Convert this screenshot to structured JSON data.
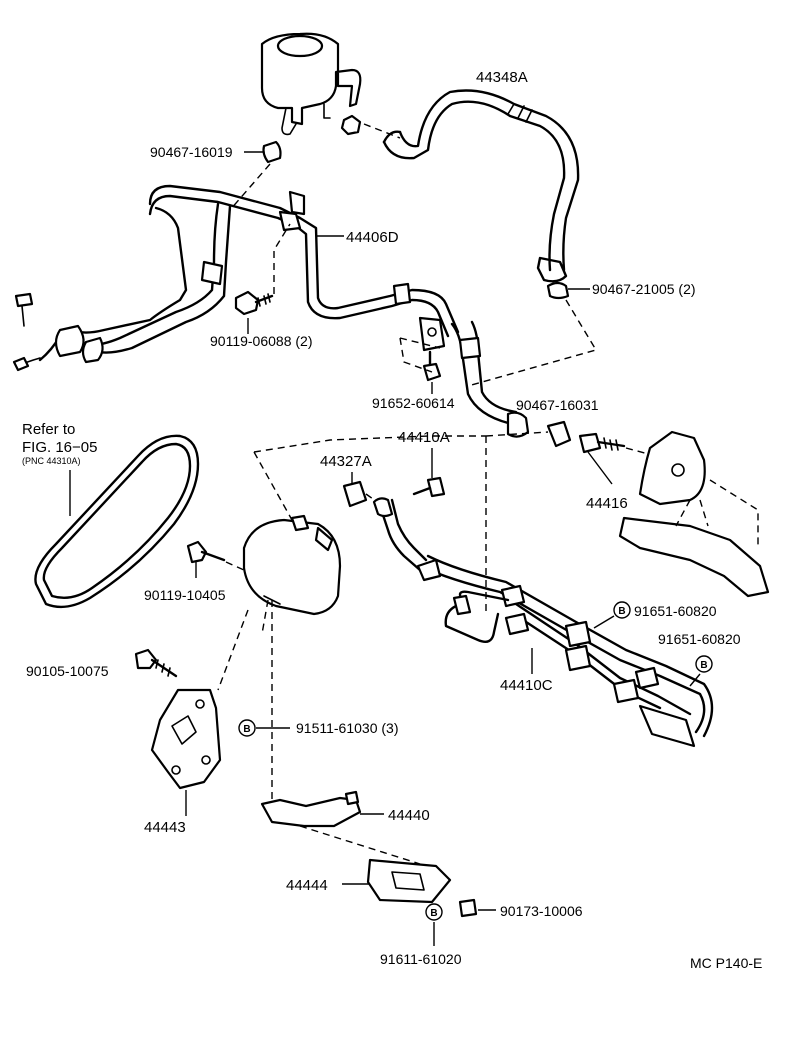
{
  "labels": {
    "p44348A": "44348A",
    "p90467_16019": "90467-16019",
    "p44406D": "44406D",
    "p90467_21005": "90467-21005 (2)",
    "p90119_06088": "90119-06088 (2)",
    "p91652_60614": "91652-60614",
    "p90467_16031": "90467-16031",
    "p44410A": "44410A",
    "p44327A": "44327A",
    "p44416": "44416",
    "refer_line1": "Refer to",
    "refer_line2": "FIG. 16−05",
    "refer_line3": "(PNC 44310A)",
    "p90119_10405": "90119-10405",
    "p91651_60820_a": "91651-60820",
    "p91651_60820_b": "91651-60820",
    "p44410C": "44410C",
    "p90105_10075": "90105-10075",
    "p91511_61030": "91511-61030 (3)",
    "p44443": "44443",
    "p44440": "44440",
    "p44444": "44444",
    "p90173_10006": "90173-10006",
    "p91611_61020": "91611-61020",
    "figure_code": "MC P140-E"
  },
  "marks": {
    "b": "B"
  }
}
